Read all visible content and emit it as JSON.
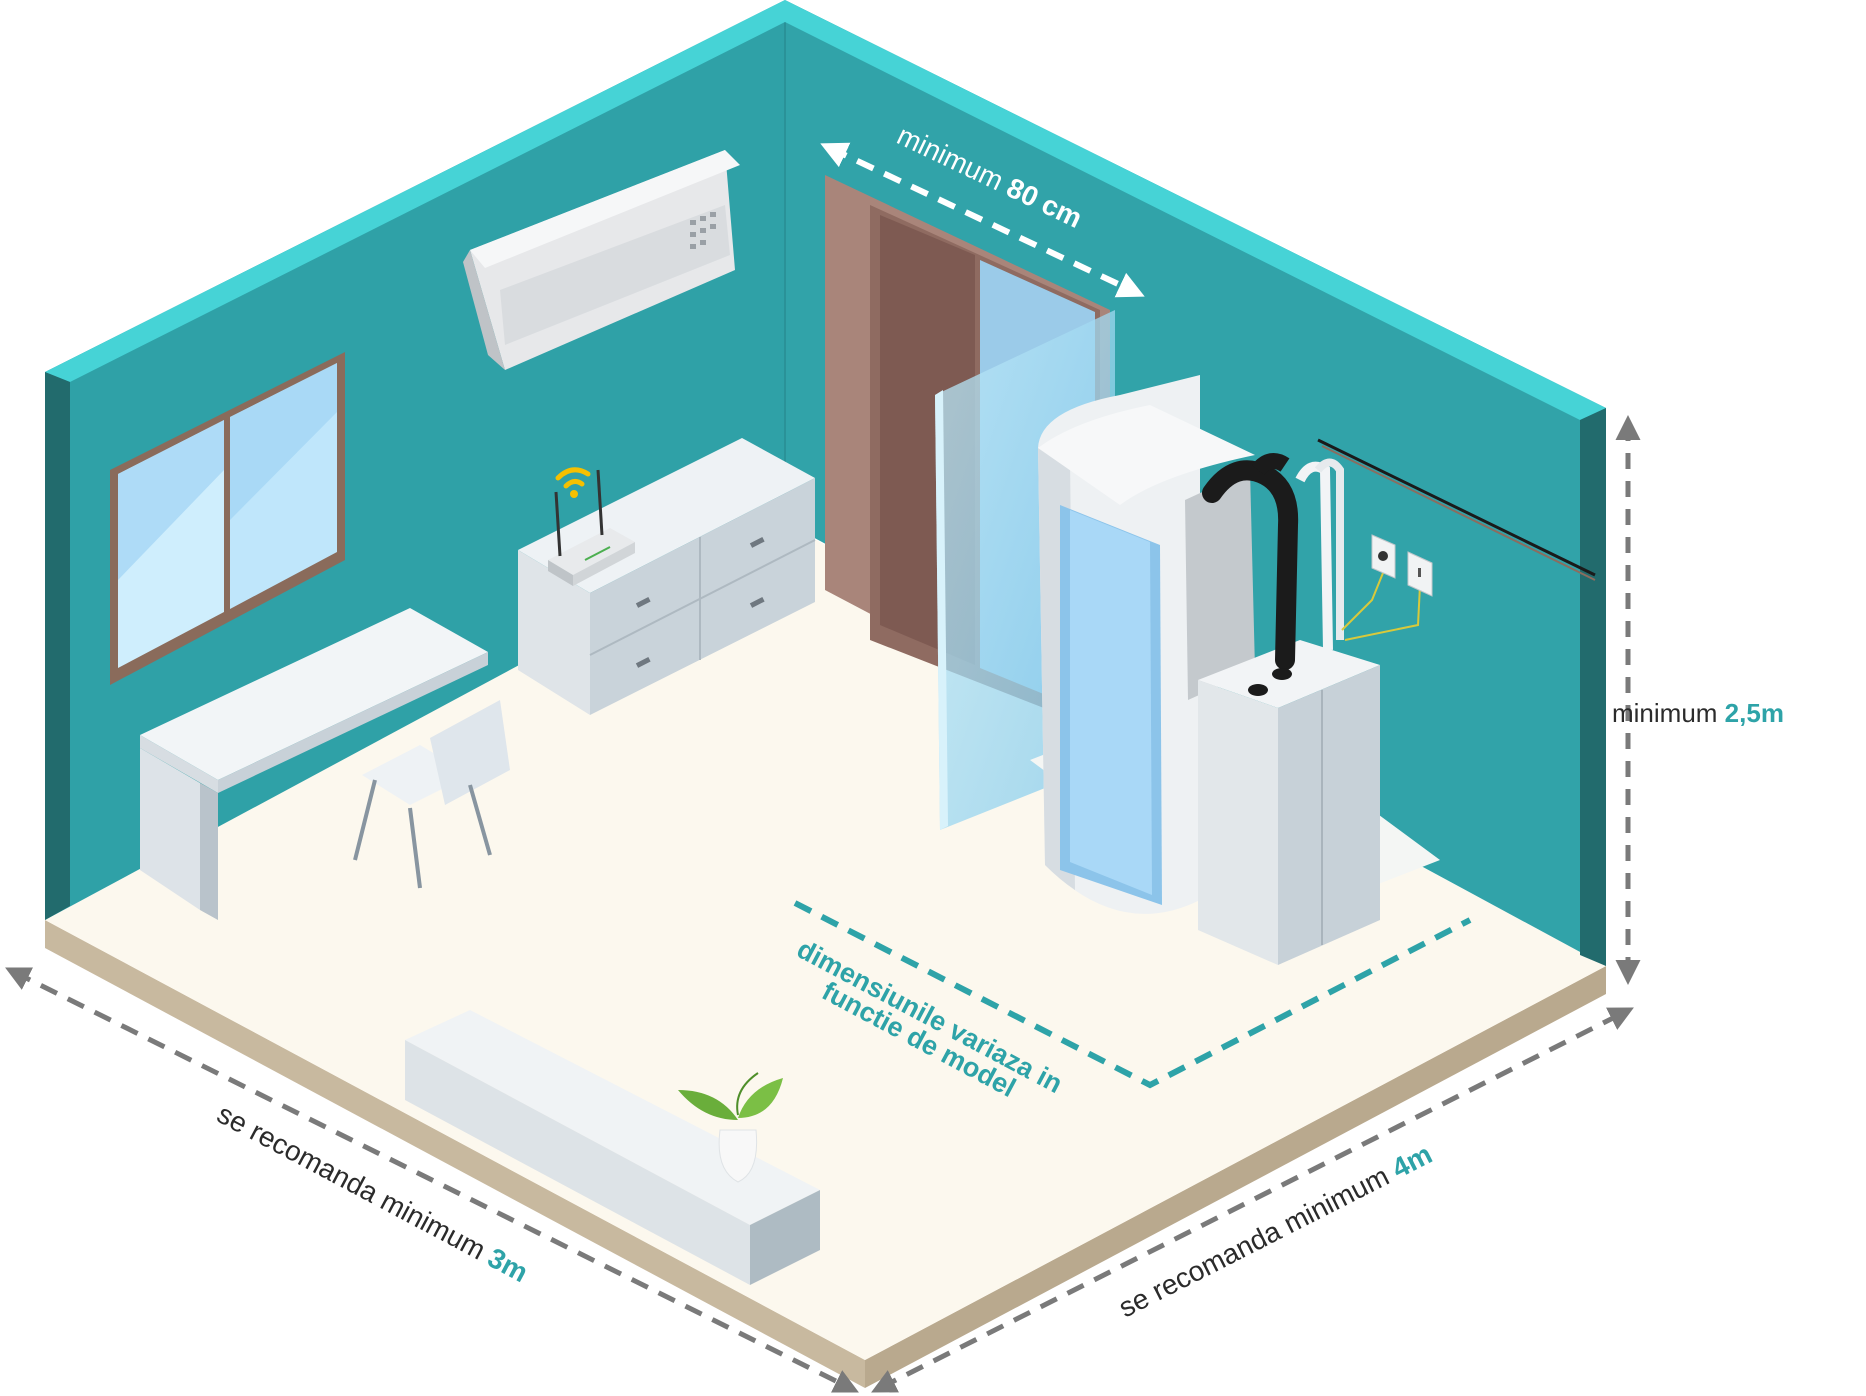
{
  "colors": {
    "wall": "#2fa1a7",
    "wall_top": "#46d3d6",
    "wall_side": "#226b6d",
    "floor": "#fcf8ee",
    "floor_edge": "#c8b99f",
    "accent_text": "#2ea3a8",
    "arrow": "#7a7a7a"
  },
  "labels": {
    "door_width": {
      "text": "minimum ",
      "value": "80 cm"
    },
    "height": {
      "text": "minimum ",
      "value": "2,5m"
    },
    "depth": {
      "text": "se recomanda minimum ",
      "value": "3m"
    },
    "width": {
      "text": "se recomanda minimum ",
      "value": "4m"
    },
    "footprint_line1": "dimensiunile variaza in",
    "footprint_line2": "functie de model"
  },
  "icons": [
    "wifi-icon",
    "router-icon",
    "plant-icon",
    "air-conditioner-icon",
    "power-socket-icon",
    "light-switch-icon"
  ]
}
